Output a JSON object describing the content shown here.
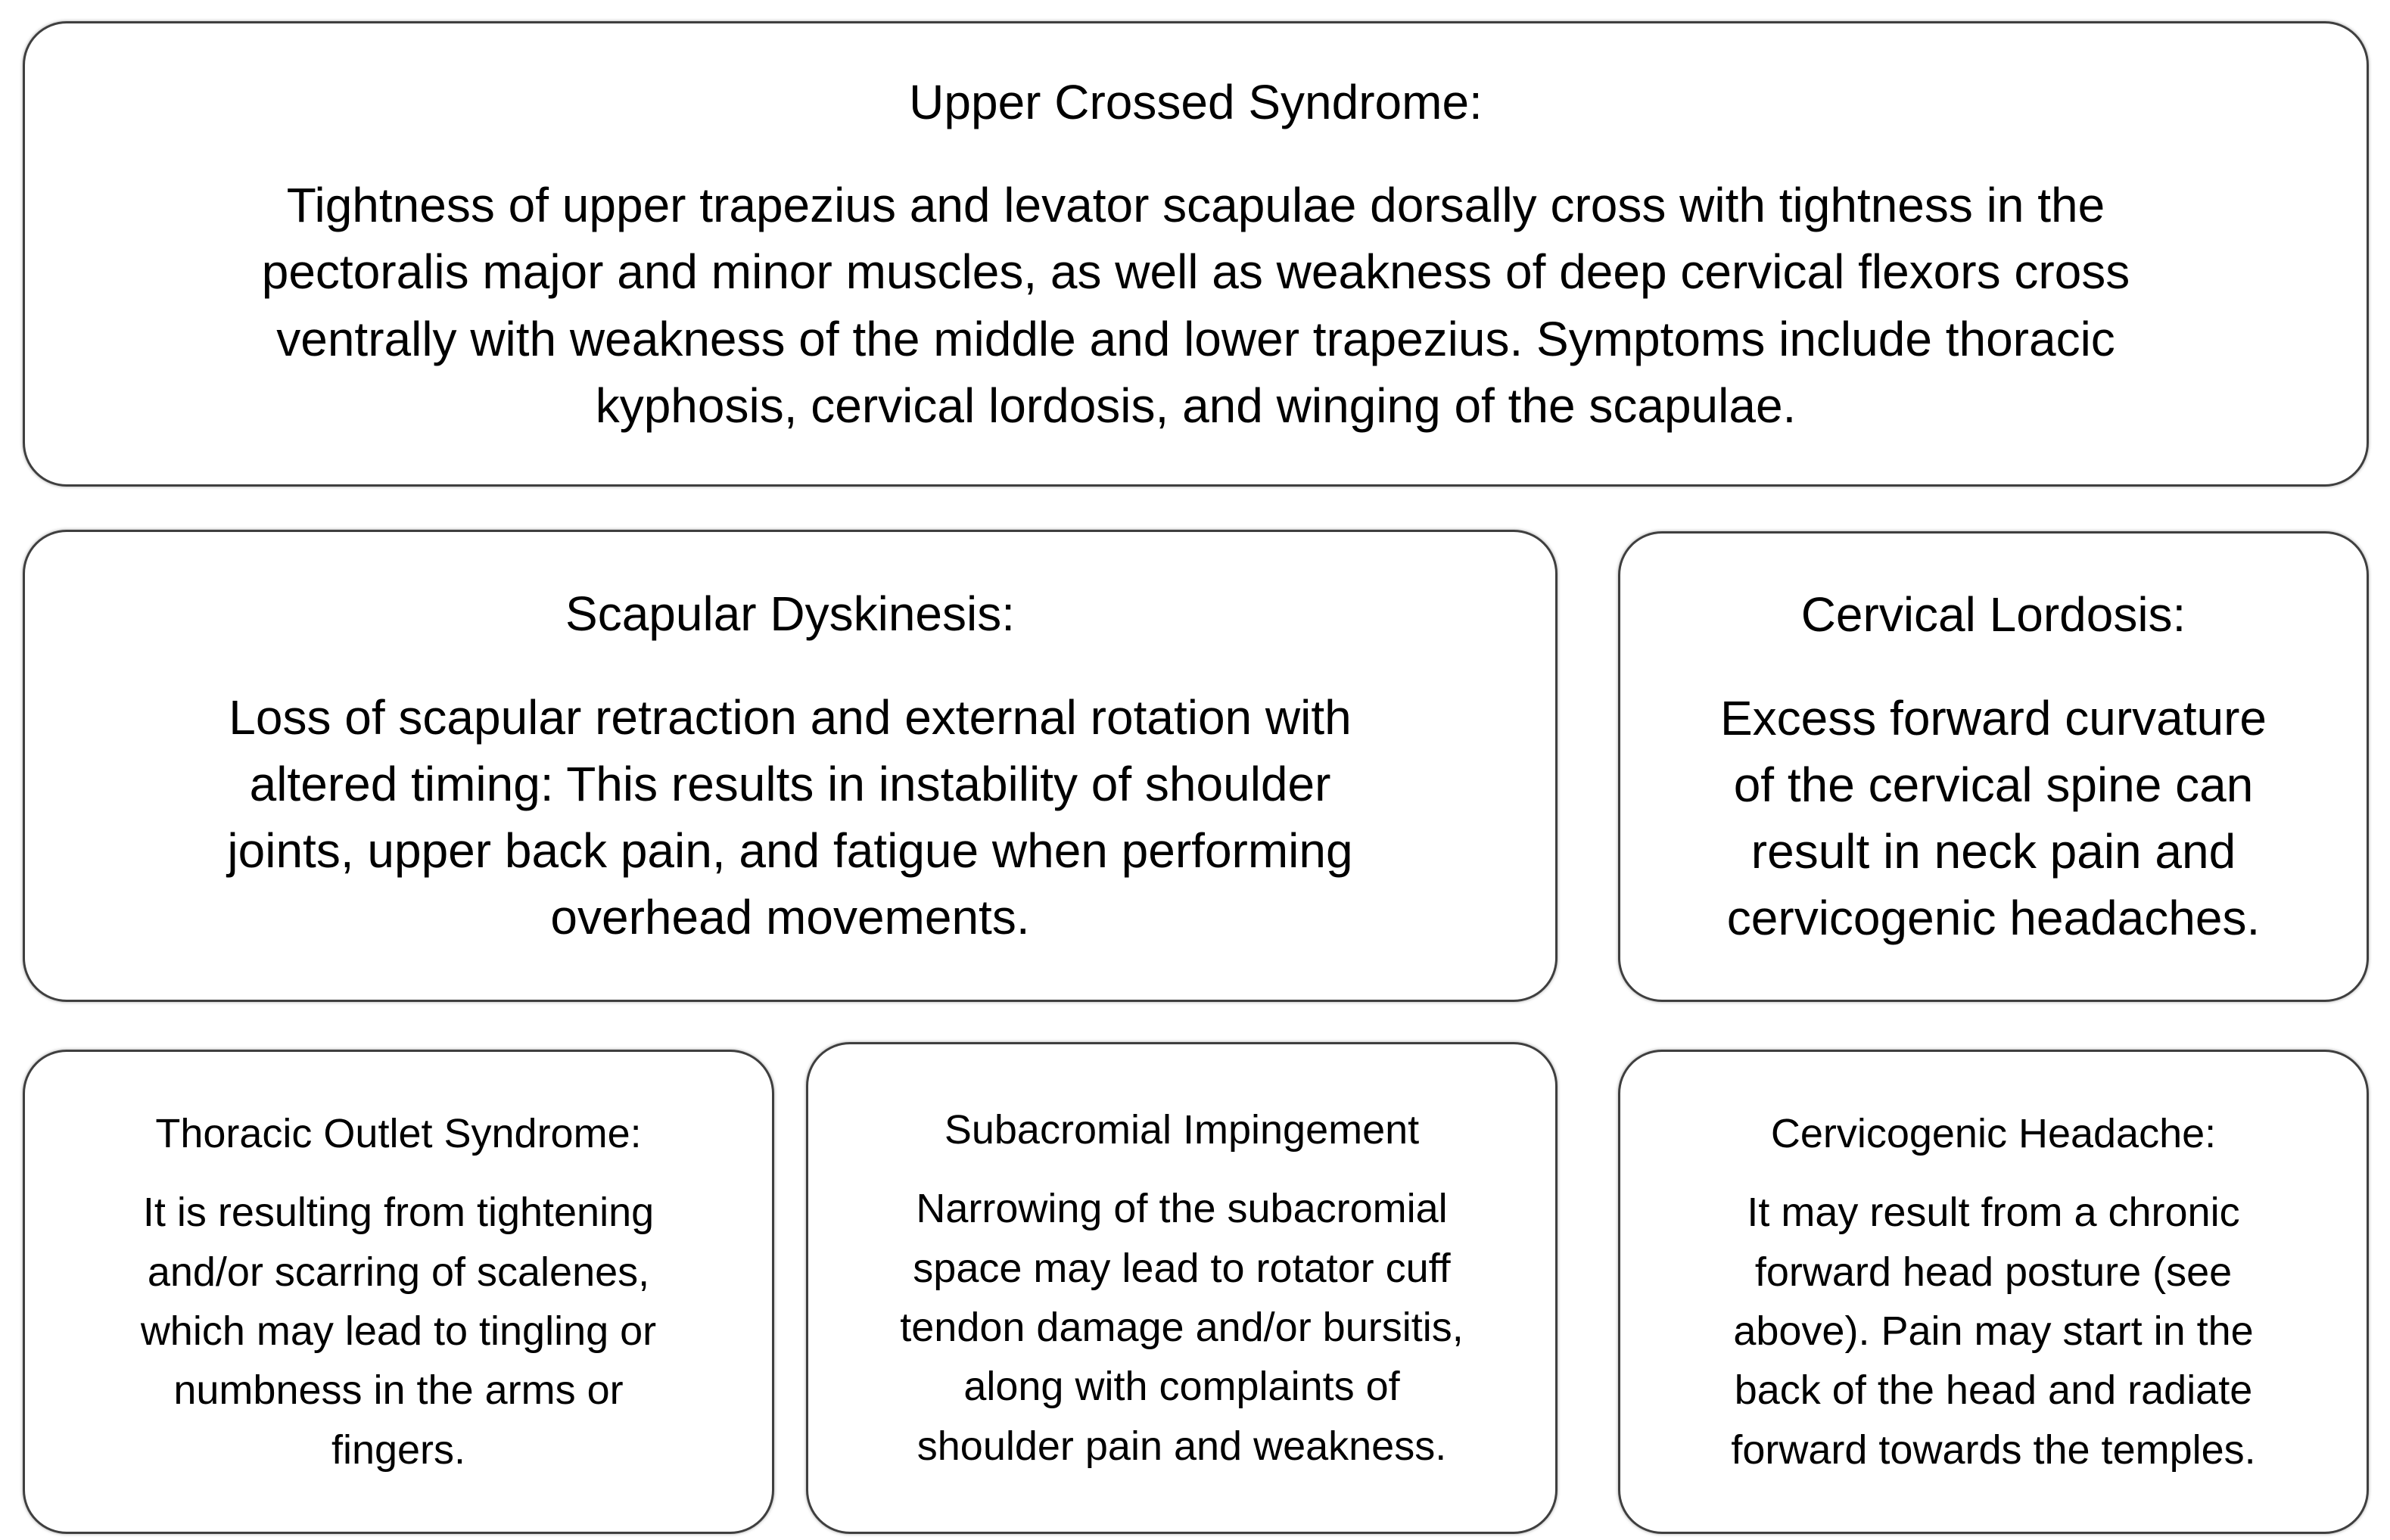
{
  "page": {
    "background_color": "#ffffff",
    "border_color": "#3f3f3f",
    "text_color": "#000000"
  },
  "boxes": {
    "upper_crossed_syndrome": {
      "title": "Upper Crossed Syndrome:",
      "body_lines": [
        "Tightness of upper trapezius and levator scapulae dorsally cross with tightness in the",
        "pectoralis major and minor muscles, as well as weakness of deep cervical flexors cross",
        "ventrally with weakness of the middle and lower trapezius. Symptoms include thoracic",
        "kyphosis, cervical lordosis, and winging of the scapulae."
      ]
    },
    "scapular_dyskinesis": {
      "title": "Scapular Dyskinesis:",
      "body_lines": [
        "Loss of scapular retraction and external rotation with",
        "altered timing: This results in instability of shoulder",
        "joints, upper back pain, and fatigue when performing",
        "overhead movements."
      ]
    },
    "cervical_lordosis": {
      "title": "Cervical Lordosis:",
      "body_lines": [
        "Excess forward curvature",
        "of the cervical spine can",
        "result in neck pain and",
        "cervicogenic headaches."
      ]
    },
    "thoracic_outlet_syndrome": {
      "title": "Thoracic Outlet Syndrome:",
      "body_lines": [
        "It is resulting from tightening",
        "and/or scarring of scalenes,",
        "which may lead to tingling or",
        "numbness in the arms or",
        "fingers."
      ]
    },
    "subacromial_impingement": {
      "title": "Subacromial Impingement",
      "body_lines": [
        "Narrowing of the subacromial",
        "space may lead to rotator cuff",
        "tendon damage and/or bursitis,",
        "along with complaints of",
        "shoulder pain and weakness."
      ]
    },
    "cervicogenic_headache": {
      "title": "Cervicogenic Headache:",
      "body_lines": [
        "It may result from a chronic",
        "forward head posture (see",
        "above). Pain may start in the",
        "back of the head and radiate",
        "forward towards the temples."
      ]
    }
  }
}
